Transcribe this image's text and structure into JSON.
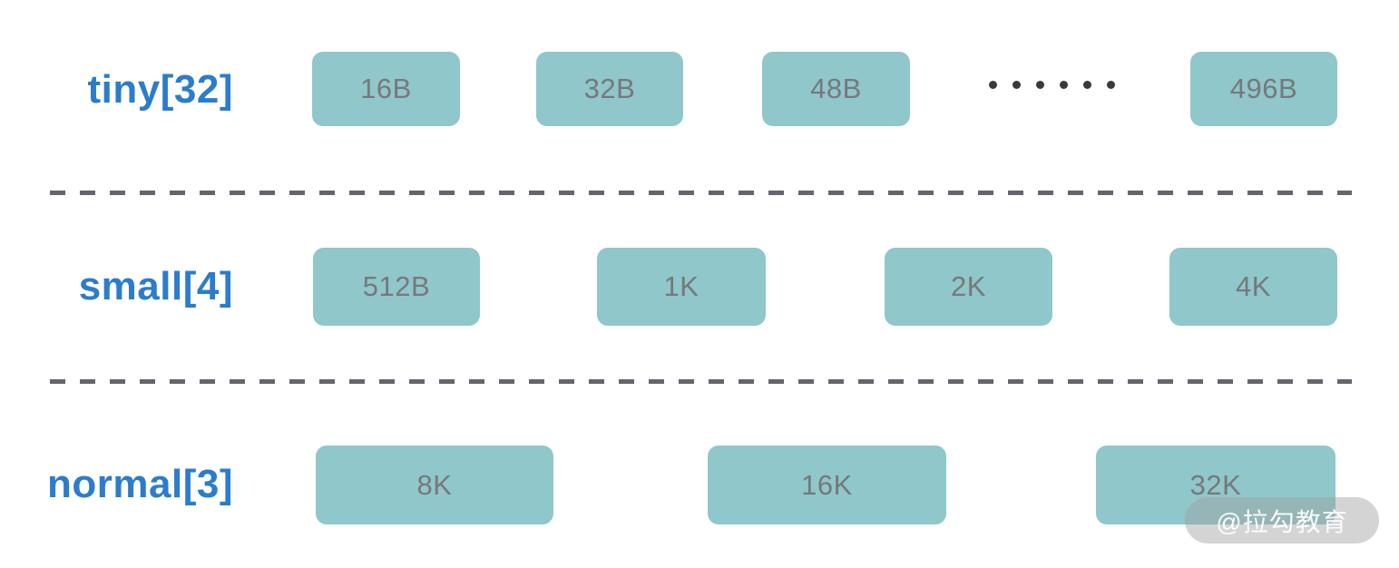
{
  "diagram_title": "memory allocation size classes",
  "colors": {
    "box_fill": "#8FC7CB",
    "box_text": "#77787A",
    "label_blue": "#2C7CCC",
    "dash_gray": "#65656D",
    "dot_color": "#3A3A3C",
    "watermark_bg": "rgba(160,160,160,0.45)",
    "watermark_text": "rgba(255,255,255,0.92)",
    "page_bg": "#FFFFFF"
  },
  "rows": [
    {
      "label": "tiny[32]",
      "boxes": [
        "16B",
        "32B",
        "48B",
        "496B"
      ],
      "has_ellipsis": true,
      "ellipsis_dot_count": 6
    },
    {
      "label": "small[4]",
      "boxes": [
        "512B",
        "1K",
        "2K",
        "4K"
      ],
      "has_ellipsis": false
    },
    {
      "label": "normal[3]",
      "boxes": [
        "8K",
        "16K",
        "32K"
      ],
      "has_ellipsis": false
    }
  ],
  "dividers": 2,
  "watermark": {
    "text": "@拉勾教育"
  }
}
